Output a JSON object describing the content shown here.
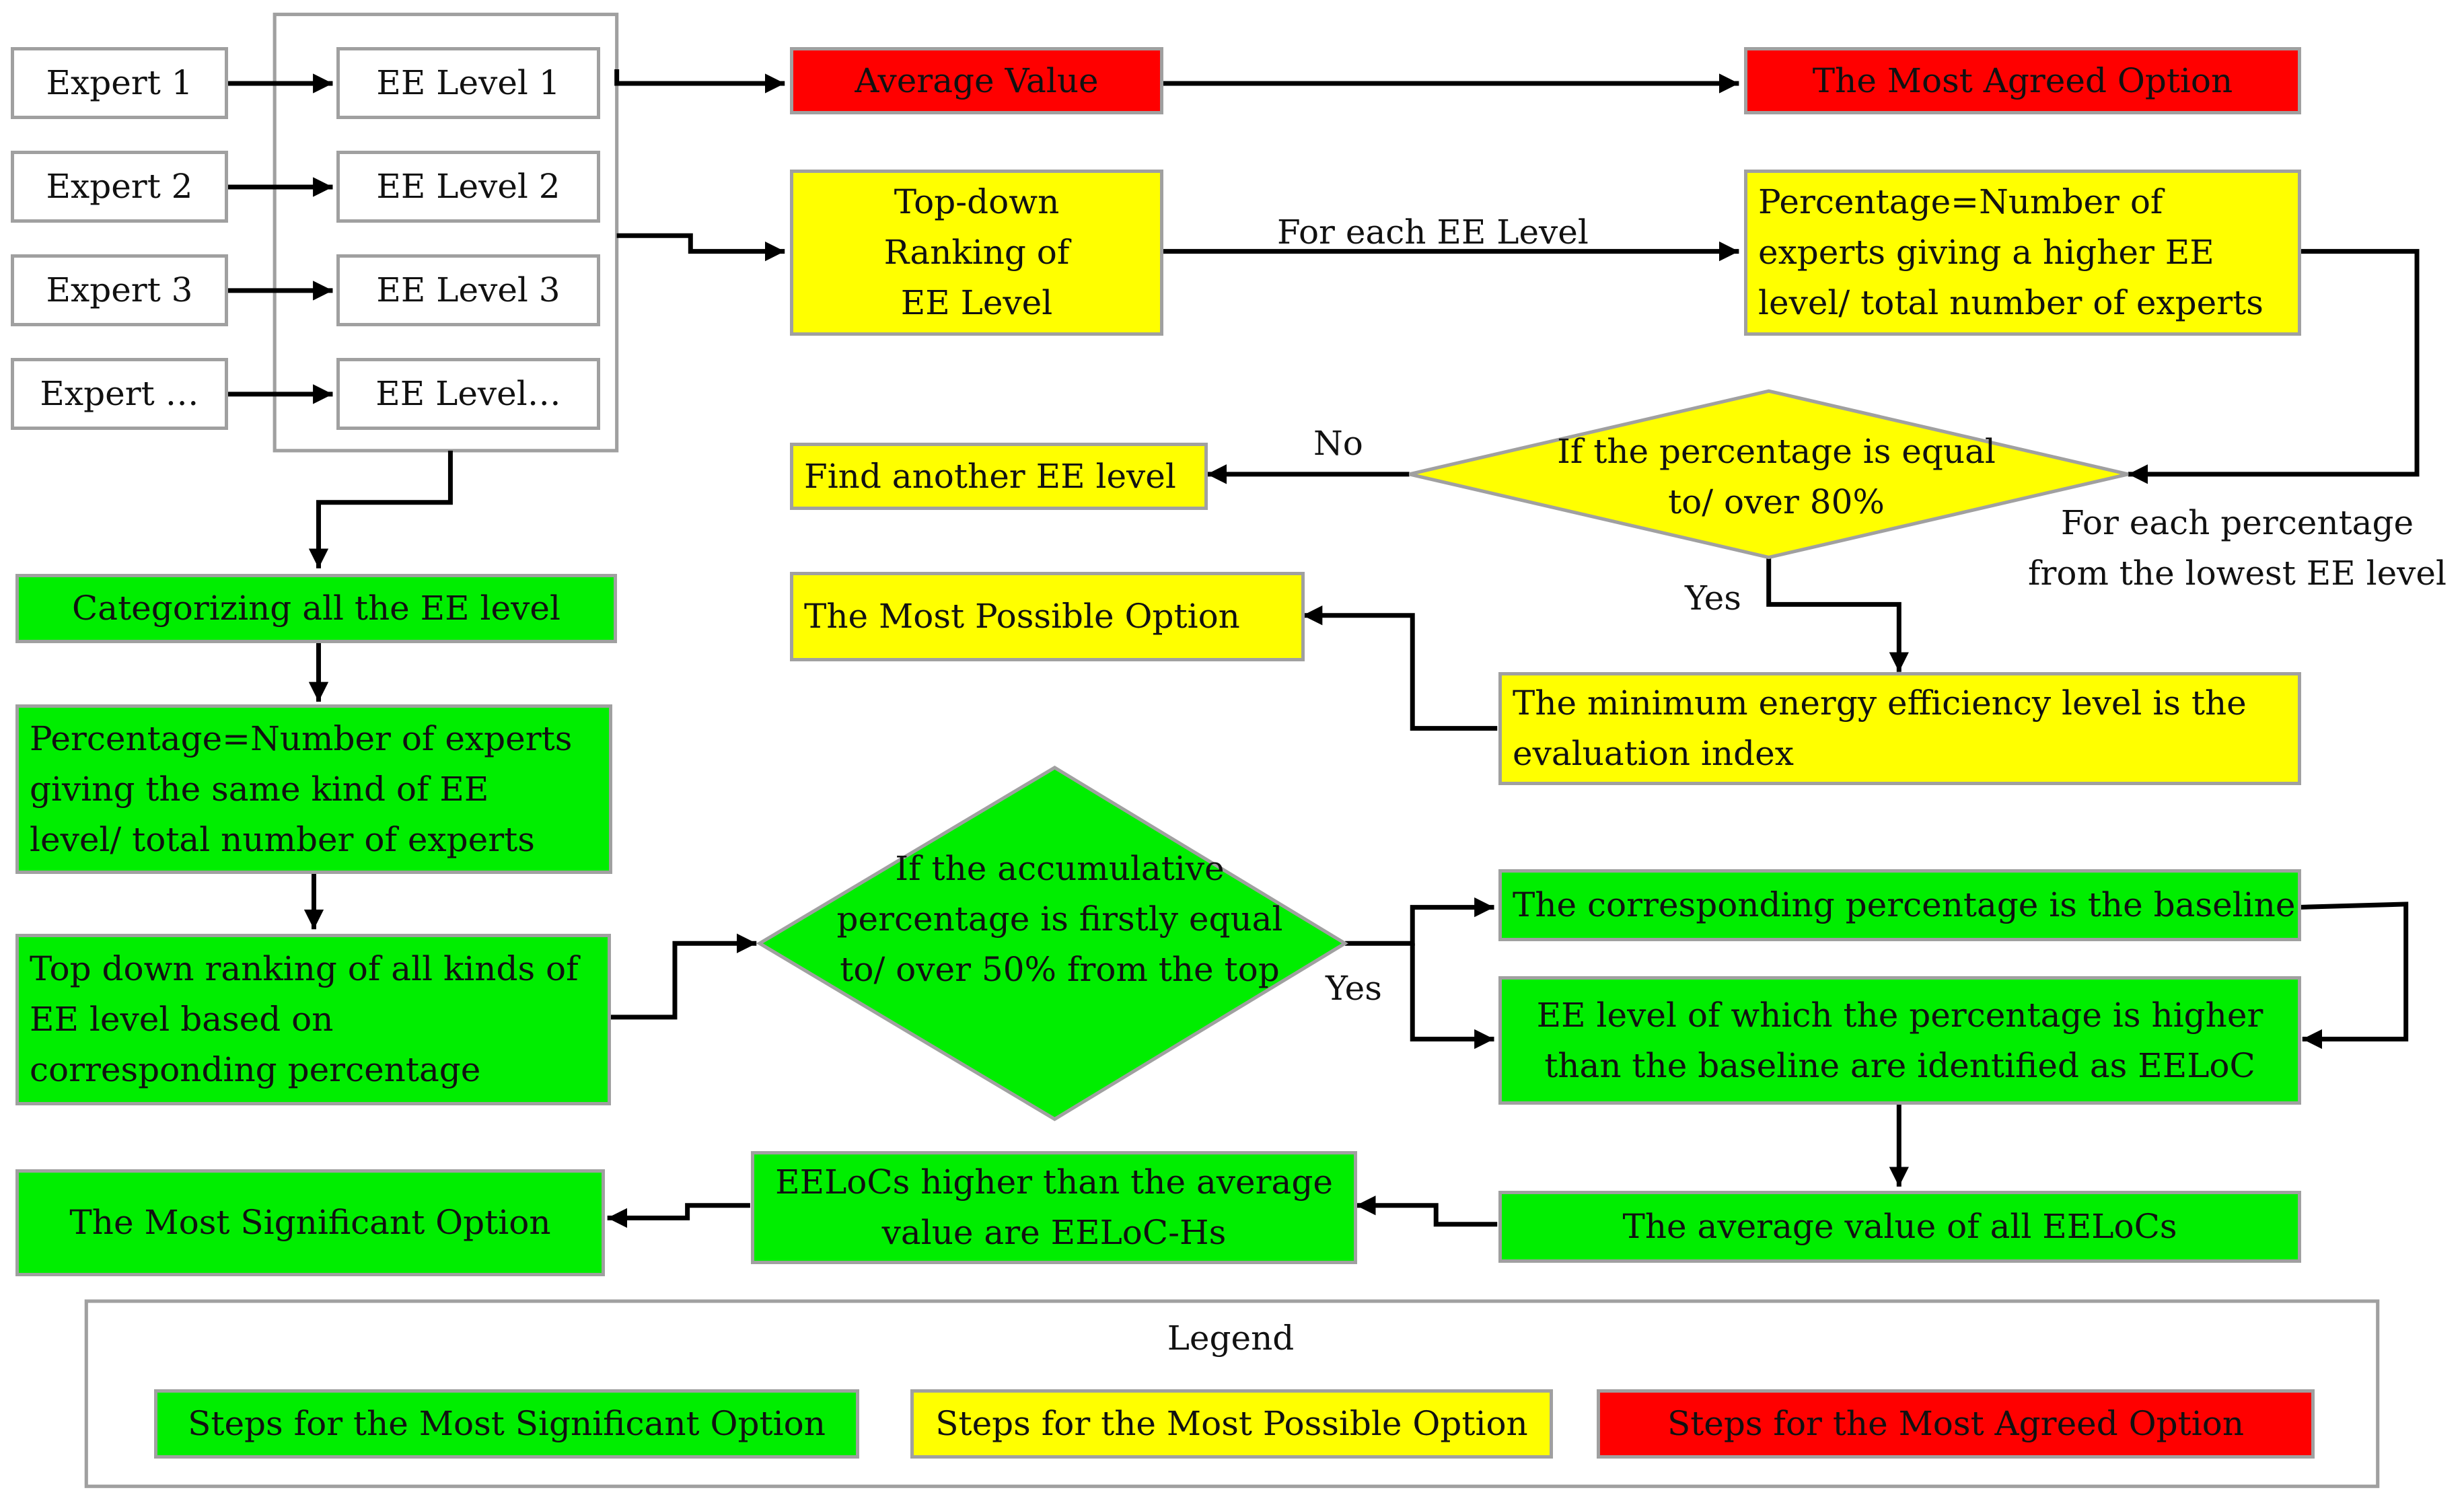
{
  "colors": {
    "green": "#00ee00",
    "yellow": "#ffff00",
    "red": "#ff0000",
    "border": "#a0a0a0",
    "line": "#000000"
  },
  "experts": [
    "Expert 1",
    "Expert 2",
    "Expert 3",
    "Expert …"
  ],
  "ee_levels": [
    "EE Level 1",
    "EE Level 2",
    "EE Level 3",
    "EE Level…"
  ],
  "agreed": {
    "average_value": "Average Value",
    "most_agreed": "The Most Agreed Option"
  },
  "possible": {
    "ranking": "Top-down Ranking of EE Level",
    "for_each_level": "For each EE Level",
    "percentage": "Percentage=Number of experts giving a higher EE level/ total number of experts",
    "for_each_percentage": "For each percentage from the lowest EE level",
    "decision": "If the percentage is equal to/ over 80%",
    "no": "No",
    "yes": "Yes",
    "find_another": "Find another EE level",
    "most_possible": "The Most Possible Option",
    "minimum_index": "The minimum energy efficiency level is the evaluation index"
  },
  "significant": {
    "categorizing": "Categorizing all the EE level",
    "percentage": "Percentage=Number of experts giving the same kind of EE level/ total number of experts",
    "ranking": "Top down ranking of all kinds of EE level based on corresponding percentage",
    "decision": "If the accumulative percentage is firstly equal to/ over 50% from the top",
    "yes": "Yes",
    "baseline": "The corresponding percentage is the baseline",
    "eeloc": "EE level of which the percentage is higher than the baseline are identified as EELoC",
    "average_eelocs": "The average value of all EELoCs",
    "eeloc_h": "EELoCs higher than the average value are EELoC-Hs",
    "most_significant": "The Most Significant Option"
  },
  "legend": {
    "title": "Legend",
    "items": [
      {
        "label": "Steps for the Most Significant Option",
        "color": "#00ee00"
      },
      {
        "label": "Steps for the Most Possible Option",
        "color": "#ffff00"
      },
      {
        "label": "Steps for the Most Agreed Option",
        "color": "#ff0000"
      }
    ]
  }
}
